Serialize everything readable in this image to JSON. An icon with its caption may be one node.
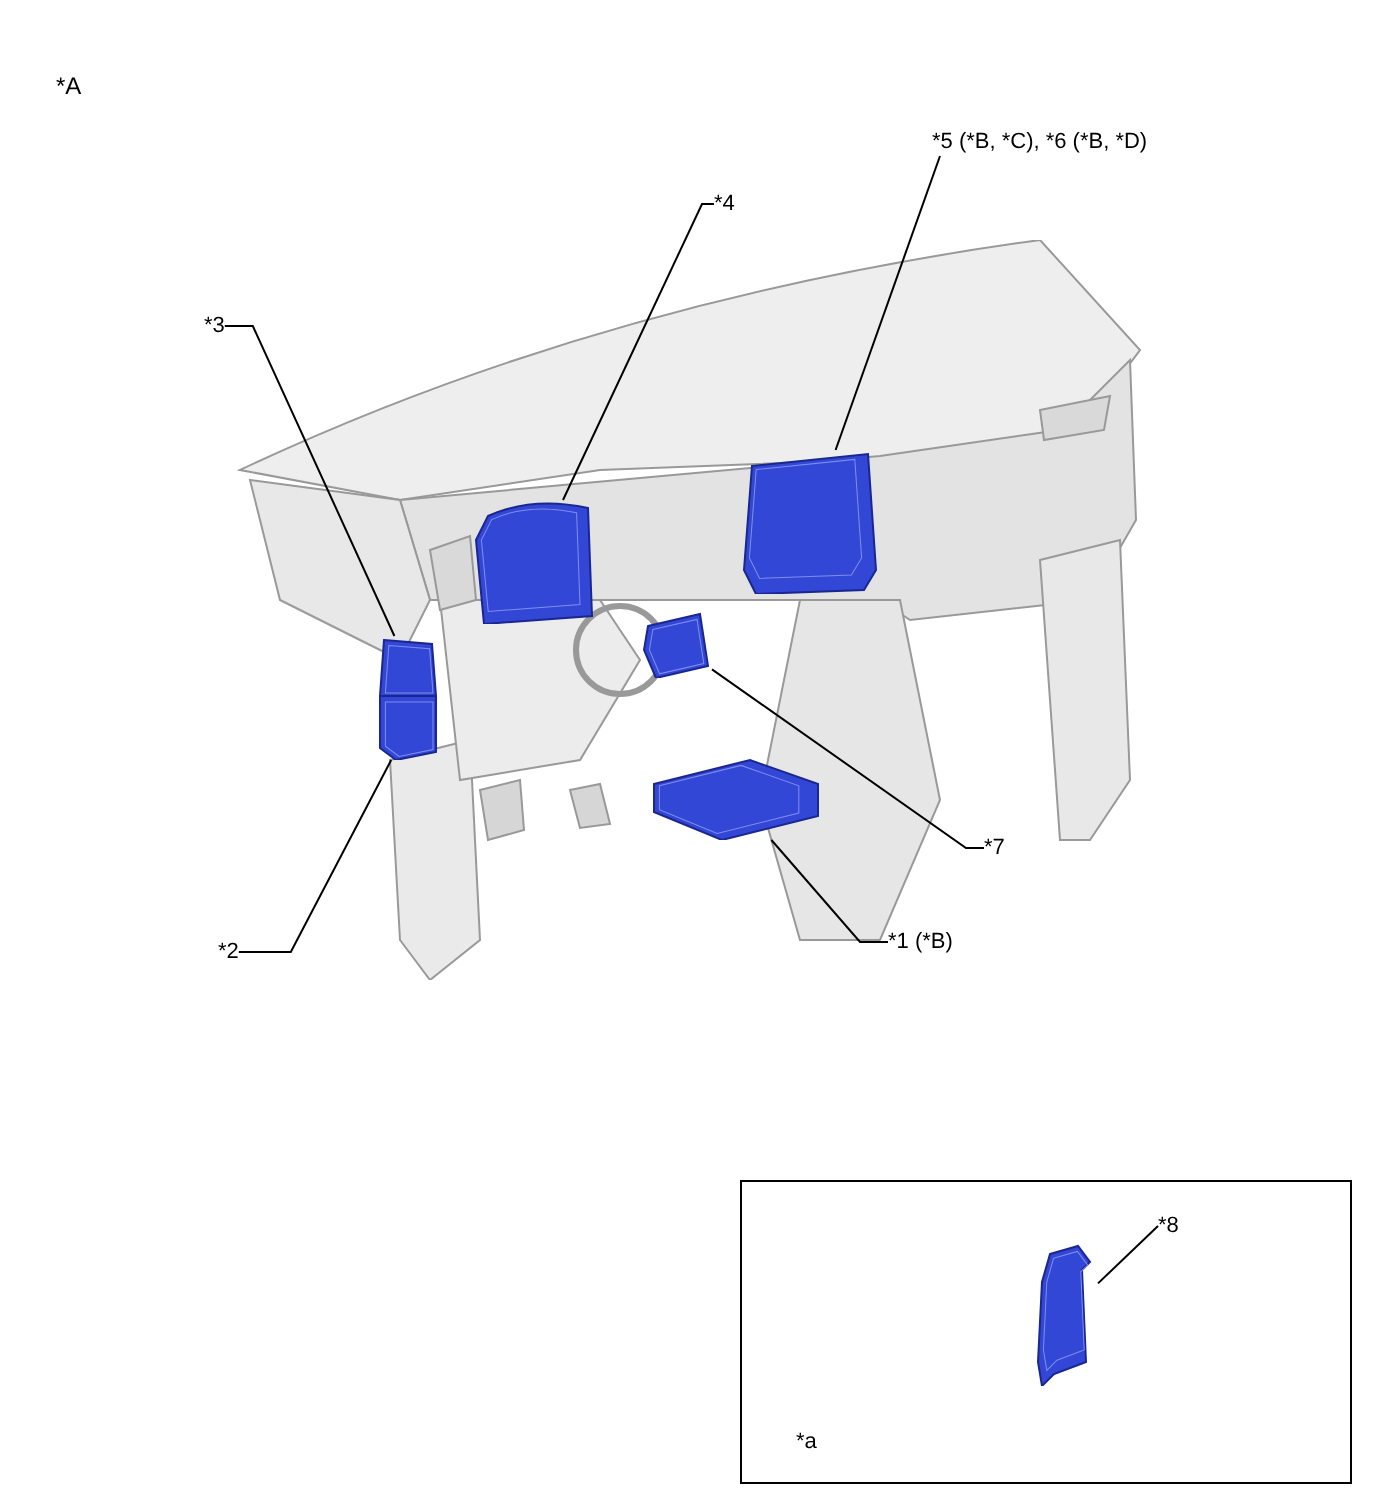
{
  "diagram": {
    "nodes": [
      {
        "text": [
          "*5 (*B, *C), *6 (*B, *D)"
        ]
      },
      {
        "text": [
          "*4"
        ]
      },
      {
        "text": [
          "*3"
        ]
      },
      {
        "text": [
          "*7"
        ]
      },
      {
        "text": [
          "*2"
        ]
      },
      {
        "text": [
          "*1 (*B)"
        ]
      },
      {
        "text": [],
        "shape": "picture"
      },
      {
        "text": [],
        "shape": "picture"
      },
      {
        "text": [],
        "shape": "picture"
      },
      {
        "text": [],
        "shape": "picture"
      },
      {
        "text": [],
        "shape": "picture"
      },
      {
        "text": [],
        "shape": "picture"
      },
      {
        "text": [],
        "shape": "box"
      },
      {
        "text": [
          "*8"
        ],
        "in": 12
      },
      {
        "text": [],
        "shape": "picture",
        "in": 12
      }
    ],
    "edges": [
      {
        "from": 0,
        "to": 6,
        "arrow": "none"
      },
      {
        "from": 1,
        "to": 7,
        "arrow": "none"
      },
      {
        "from": 2,
        "to": 8,
        "arrow": "none"
      },
      {
        "from": 3,
        "to": 9,
        "arrow": "none"
      },
      {
        "from": 4,
        "to": 10,
        "arrow": "none"
      },
      {
        "from": 5,
        "to": 11,
        "arrow": "none"
      },
      {
        "from": 13,
        "to": 14,
        "arrow": "none"
      }
    ],
    "labels": [
      "*A",
      "*a"
    ]
  }
}
